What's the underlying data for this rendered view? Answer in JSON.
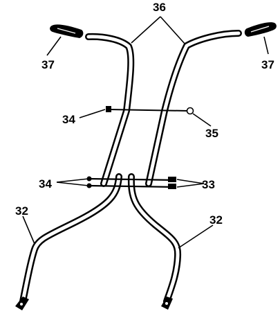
{
  "callouts": {
    "upper_handle": "36",
    "grip_left": "37",
    "grip_right": "37",
    "upper_bolt": "34",
    "upper_nut": "35",
    "lower_bolts": "34",
    "lower_nuts": "33",
    "lower_left": "32",
    "lower_right": "32"
  }
}
